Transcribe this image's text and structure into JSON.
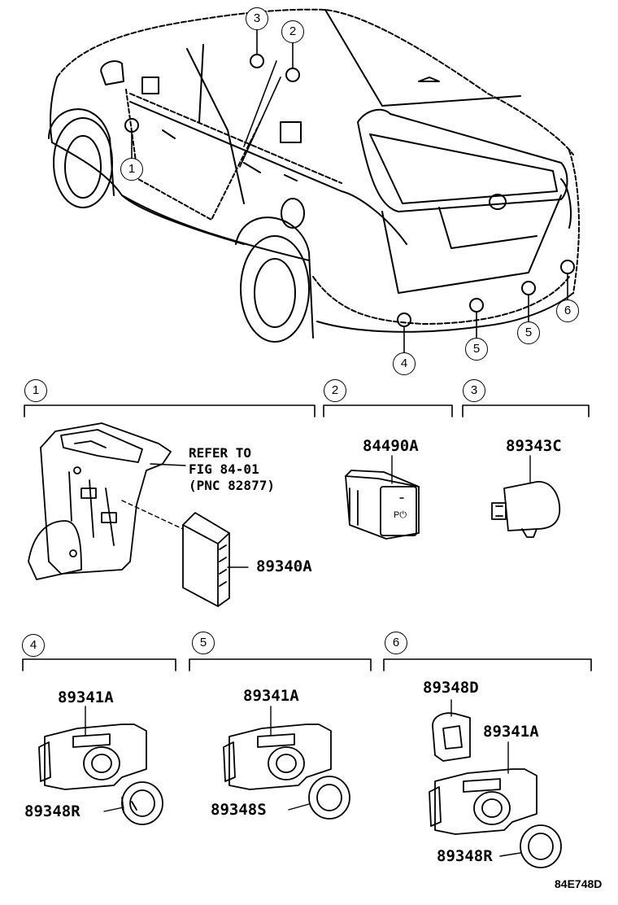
{
  "figure_id": "84E748D",
  "callouts": {
    "c1": "1",
    "c2": "2",
    "c3": "3",
    "c4": "4",
    "c5": "5",
    "c6": "6"
  },
  "sections": {
    "s1": {
      "number": "1",
      "note": "REFER TO\nFIG 84-01\n(PNC 82877)",
      "part": "89340A"
    },
    "s2": {
      "number": "2",
      "part": "84490A"
    },
    "s3": {
      "number": "3",
      "part": "89343C"
    },
    "s4": {
      "number": "4",
      "parts": [
        "89341A",
        "89348R"
      ]
    },
    "s5": {
      "number": "5",
      "parts": [
        "89341A",
        "89348S"
      ]
    },
    "s6": {
      "number": "6",
      "parts": [
        "89348D",
        "89341A",
        "89348R"
      ]
    }
  }
}
